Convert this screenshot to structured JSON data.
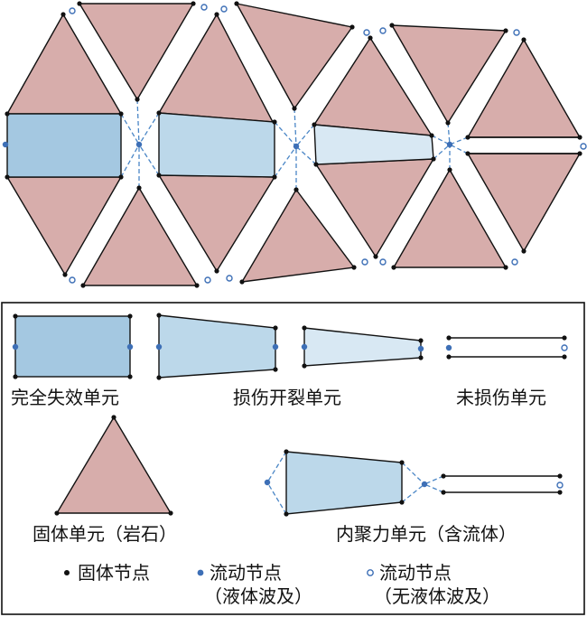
{
  "legend": {
    "fully_failed_element": "完全失效单元",
    "damaged_cracked_element": "损伤开裂单元",
    "undamaged_element": "未损伤单元",
    "solid_element_rock": "固体单元（岩石）",
    "cohesive_element_with_fluid": "内聚力单元（含流体）",
    "solid_node": "固体节点",
    "fluid_node_reached_line1": "流动节点",
    "fluid_node_reached_line2": "（液体波及）",
    "fluid_node_unreached_line1": "流动节点",
    "fluid_node_unreached_line2": "（无液体波及）"
  },
  "colors": {
    "solid_element": "#d7adab",
    "fully_failed": "#a4c8e1",
    "cracked": "#bcd8ea",
    "cracked_tip": "#d8e8f3",
    "fluid_node": "#3d6fb6"
  }
}
